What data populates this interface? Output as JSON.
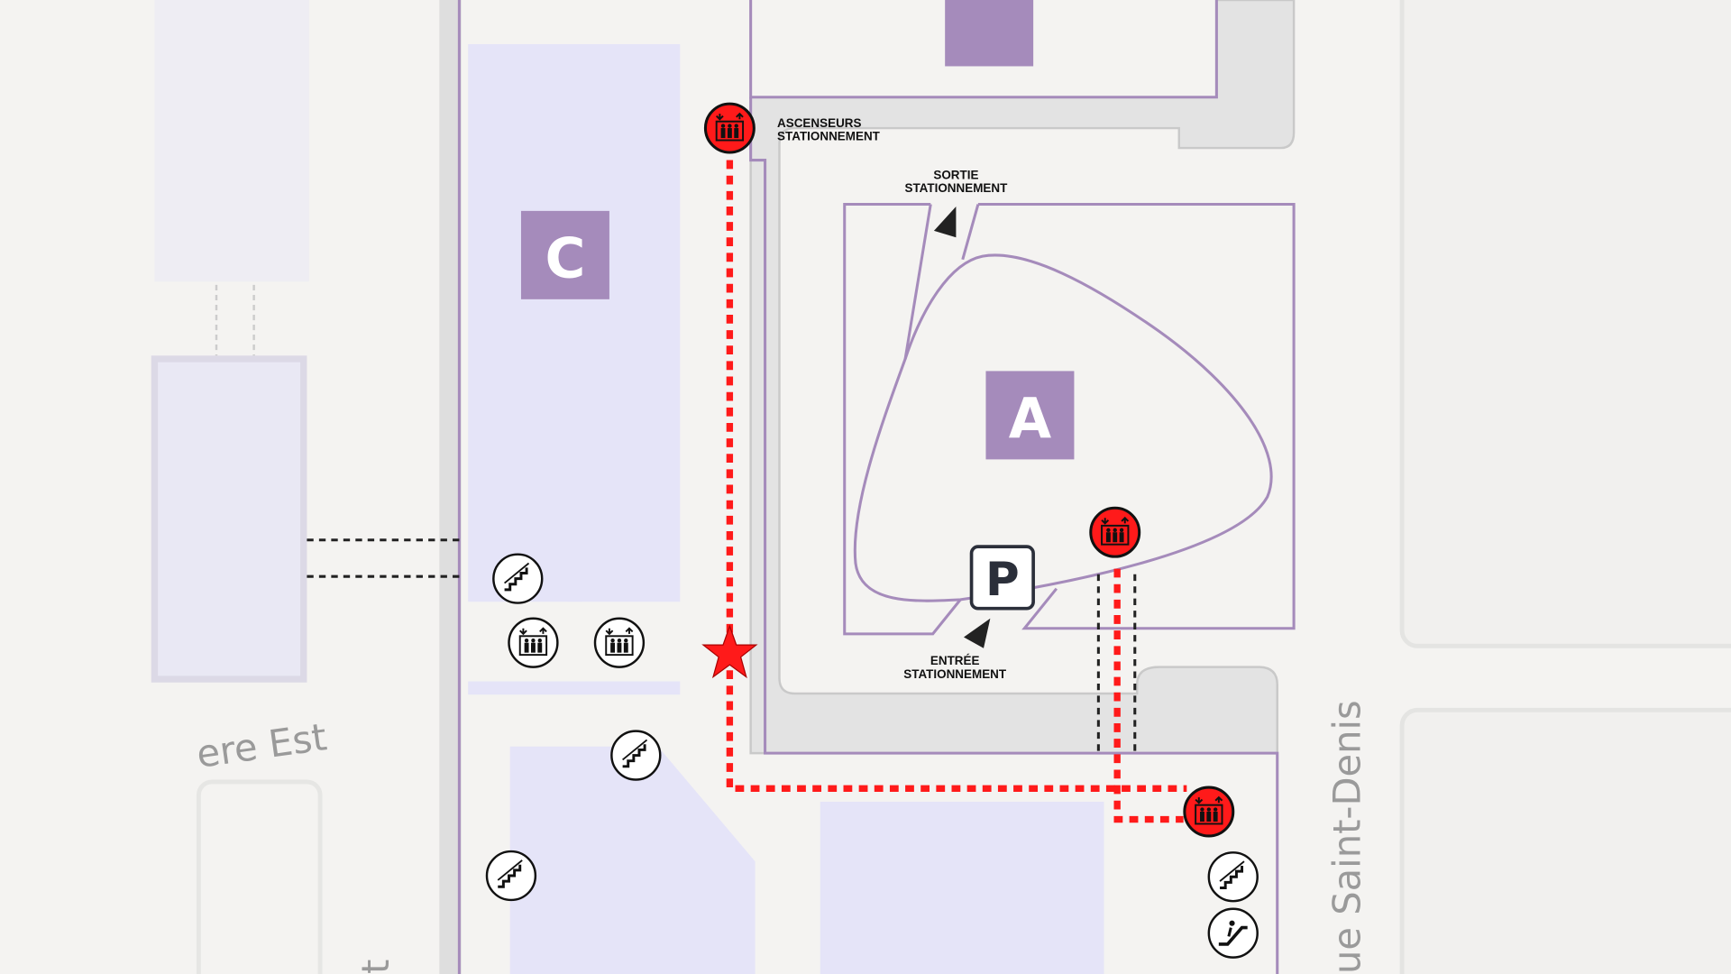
{
  "buildings": {
    "c": "C",
    "a": "A"
  },
  "parking": {
    "symbol": "P"
  },
  "labels": {
    "elevators_line1": "ASCENSEURS",
    "elevators_line2": "STATIONNEMENT",
    "exit_line1": "SORTIE",
    "exit_line2": "STATIONNEMENT",
    "entry_line1": "ENTRÉE",
    "entry_line2": "STATIONNEMENT"
  },
  "streets": {
    "left": "ere Est",
    "right": "ue Saint-Denis",
    "bottom_left": "t"
  },
  "colors": {
    "route": "#ff1a1a",
    "building": "#a58bbb",
    "zone": "#e5e4f8",
    "outline": "#a58bbb"
  },
  "icons": [
    "elevator-icon",
    "stairs-icon",
    "escalator-icon",
    "star-icon",
    "parking-icon"
  ]
}
